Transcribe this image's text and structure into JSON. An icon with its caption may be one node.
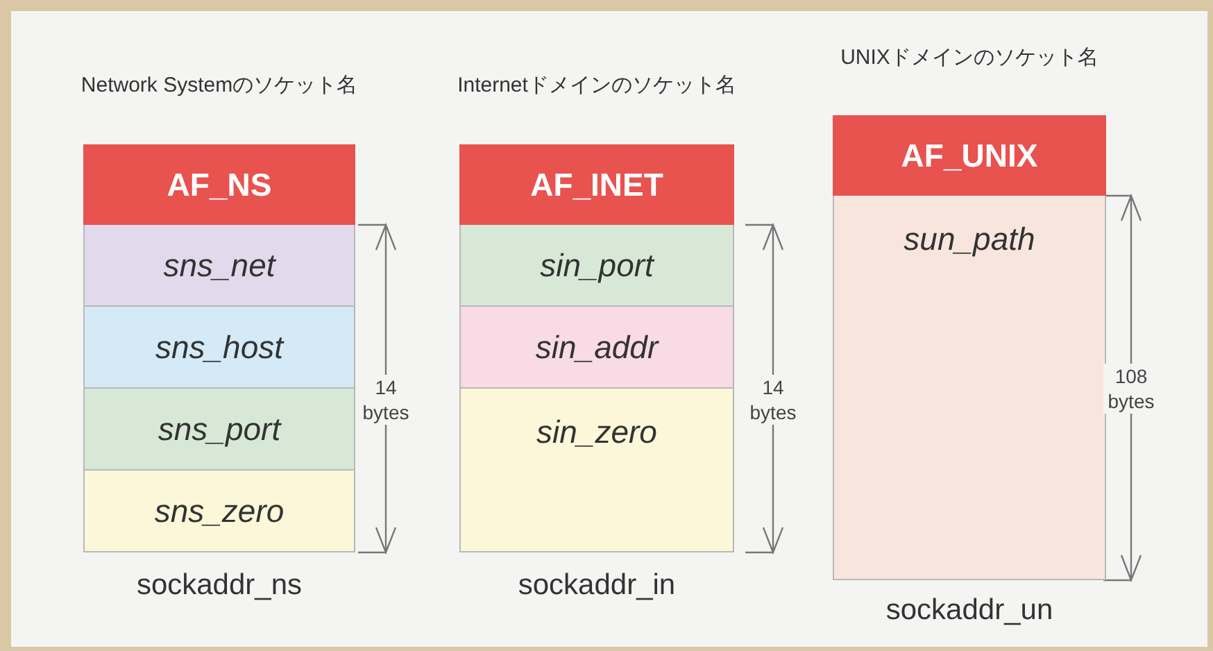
{
  "diagram": {
    "nodes": [
      {
        "text": [
          "Network Systemのソケット名",
          "sockaddr_ns"
        ]
      },
      {
        "text": [
          "AF_NS"
        ],
        "in": 0
      },
      {
        "text": [
          "sns_net"
        ],
        "in": 0
      },
      {
        "text": [
          "sns_host"
        ],
        "in": 0
      },
      {
        "text": [
          "sns_port"
        ],
        "in": 0
      },
      {
        "text": [
          "sns_zero"
        ],
        "in": 0
      },
      {
        "text": [
          "Internetドメインのソケット名",
          "sockaddr_in"
        ]
      },
      {
        "text": [
          "AF_INET"
        ],
        "in": 6
      },
      {
        "text": [
          "sin_port"
        ],
        "in": 6
      },
      {
        "text": [
          "sin_addr"
        ],
        "in": 6
      },
      {
        "text": [
          "sin_zero"
        ],
        "in": 6
      },
      {
        "text": [
          "UNIXドメインのソケット名",
          "sockaddr_un"
        ]
      },
      {
        "text": [
          "AF_UNIX"
        ],
        "in": 11
      },
      {
        "text": [
          "sun_path"
        ],
        "in": 11
      }
    ],
    "labels": [
      "14 bytes",
      "14 bytes",
      "108 bytes"
    ]
  }
}
